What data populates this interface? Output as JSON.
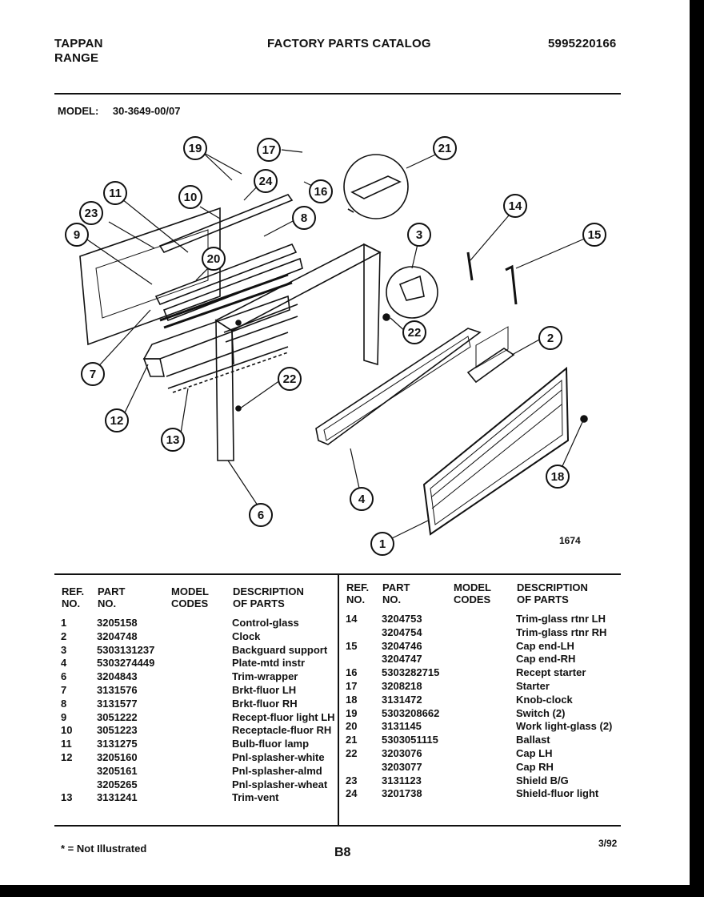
{
  "header": {
    "brand_line1": "TAPPAN",
    "brand_line2": "RANGE",
    "title": "FACTORY PARTS CATALOG",
    "catalog_number": "5995220166"
  },
  "model": {
    "label": "MODEL:",
    "value": "30-3649-00/07"
  },
  "diagram": {
    "callouts": [
      "1",
      "2",
      "3",
      "4",
      "6",
      "7",
      "8",
      "9",
      "10",
      "11",
      "12",
      "13",
      "14",
      "15",
      "16",
      "17",
      "18",
      "19",
      "20",
      "21",
      "22",
      "22",
      "23",
      "24"
    ],
    "figure_number": "1674"
  },
  "table": {
    "headers": {
      "ref1": "REF.",
      "ref2": "NO.",
      "part1": "PART",
      "part2": "NO.",
      "model1": "MODEL",
      "model2": "CODES",
      "desc1": "DESCRIPTION",
      "desc2": "OF PARTS"
    },
    "left_rows": [
      {
        "ref": "1",
        "part": "3205158",
        "desc": "Control-glass"
      },
      {
        "ref": "2",
        "part": "3204748",
        "desc": "Clock"
      },
      {
        "ref": "3",
        "part": "5303131237",
        "desc": "Backguard support"
      },
      {
        "ref": "4",
        "part": "5303274449",
        "desc": "Plate-mtd instr"
      },
      {
        "ref": "6",
        "part": "3204843",
        "desc": "Trim-wrapper"
      },
      {
        "ref": "7",
        "part": "3131576",
        "desc": "Brkt-fluor LH"
      },
      {
        "ref": "8",
        "part": "3131577",
        "desc": "Brkt-fluor RH"
      },
      {
        "ref": "9",
        "part": "3051222",
        "desc": "Recept-fluor light LH"
      },
      {
        "ref": "10",
        "part": "3051223",
        "desc": "Receptacle-fluor RH"
      },
      {
        "ref": "11",
        "part": "3131275",
        "desc": "Bulb-fluor lamp"
      },
      {
        "ref": "12",
        "part": "3205160",
        "desc": "Pnl-splasher-white"
      },
      {
        "ref": "",
        "part": "3205161",
        "desc": "Pnl-splasher-almd"
      },
      {
        "ref": "",
        "part": "3205265",
        "desc": "Pnl-splasher-wheat"
      },
      {
        "ref": "13",
        "part": "3131241",
        "desc": "Trim-vent"
      }
    ],
    "right_rows": [
      {
        "ref": "14",
        "part": "3204753",
        "desc": "Trim-glass rtnr LH"
      },
      {
        "ref": "",
        "part": "3204754",
        "desc": "Trim-glass rtnr RH"
      },
      {
        "ref": "15",
        "part": "3204746",
        "desc": "Cap end-LH"
      },
      {
        "ref": "",
        "part": "3204747",
        "desc": "Cap end-RH"
      },
      {
        "ref": "16",
        "part": "5303282715",
        "desc": "Recept starter"
      },
      {
        "ref": "17",
        "part": "3208218",
        "desc": "Starter"
      },
      {
        "ref": "18",
        "part": "3131472",
        "desc": "Knob-clock"
      },
      {
        "ref": "19",
        "part": "5303208662",
        "desc": "Switch (2)"
      },
      {
        "ref": "20",
        "part": "3131145",
        "desc": "Work light-glass (2)"
      },
      {
        "ref": "21",
        "part": "5303051115",
        "desc": "Ballast"
      },
      {
        "ref": "22",
        "part": "3203076",
        "desc": "Cap LH"
      },
      {
        "ref": "",
        "part": "3203077",
        "desc": "Cap RH"
      },
      {
        "ref": "23",
        "part": "3131123",
        "desc": "Shield B/G"
      },
      {
        "ref": "24",
        "part": "3201738",
        "desc": "Shield-fluor light"
      }
    ]
  },
  "footer": {
    "note": "* = Not Illustrated",
    "page": "B8",
    "date": "3/92"
  }
}
